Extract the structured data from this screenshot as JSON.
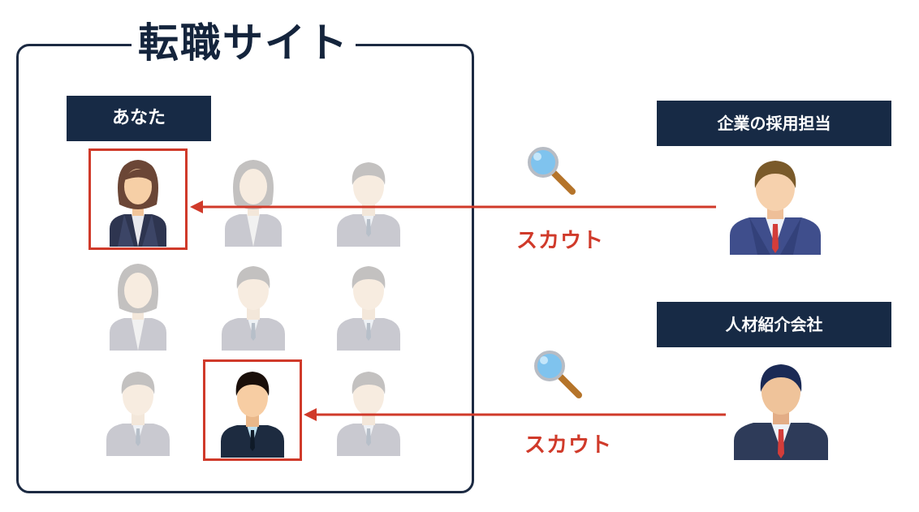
{
  "diagram": {
    "site_title": "転職サイト",
    "you_label": "あなた",
    "company_label": "企業の採用担当",
    "agency_label": "人材紹介会社",
    "scout_label_1": "スカウト",
    "scout_label_2": "スカウト"
  },
  "colors": {
    "navy": "#172a45",
    "accent_red": "#d03a2a",
    "faded_person": "#c8c8c8"
  },
  "icons": [
    "woman-person-icon",
    "man-person-icon",
    "magnifier-icon",
    "arrow-left-icon"
  ]
}
